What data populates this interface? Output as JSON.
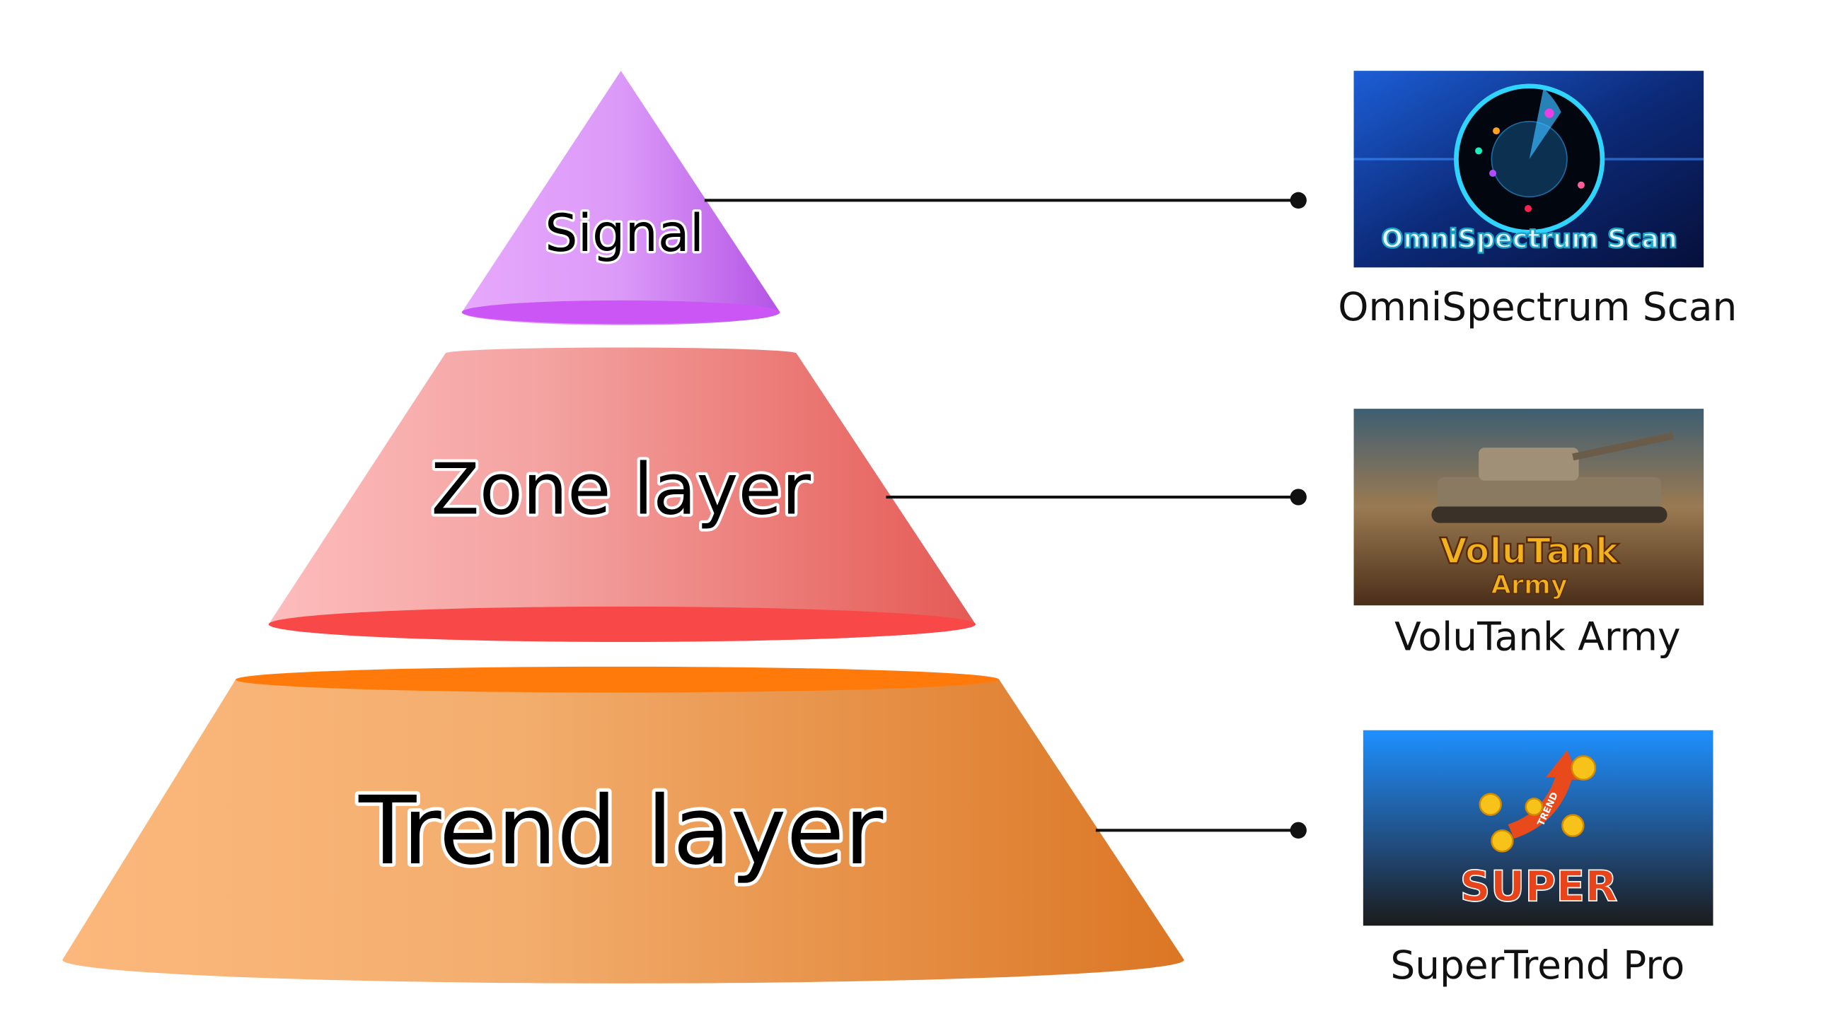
{
  "pyramid": {
    "layers": [
      {
        "label": "Signal",
        "color_top": "#e3a2fb",
        "color_bottom": "#b95be8",
        "rim": "#cc55f5"
      },
      {
        "label": "Zone layer",
        "color_top": "#fbb5b5",
        "color_bottom": "#e85c58",
        "rim": "#f94848"
      },
      {
        "label": "Trend layer",
        "color_top": "#fbb77c",
        "color_bottom": "#dd7a2a",
        "rim": "#ff7a0a"
      }
    ]
  },
  "products": [
    {
      "caption": "OmniSpectrum Scan",
      "logo_text": "OmniSpectrum Scan"
    },
    {
      "caption": "VoluTank Army",
      "logo_text": "VoluTank",
      "logo_subtext": "Army"
    },
    {
      "caption": "SuperTrend Pro",
      "logo_text": "SUPER",
      "logo_subtext": "TREND"
    }
  ]
}
